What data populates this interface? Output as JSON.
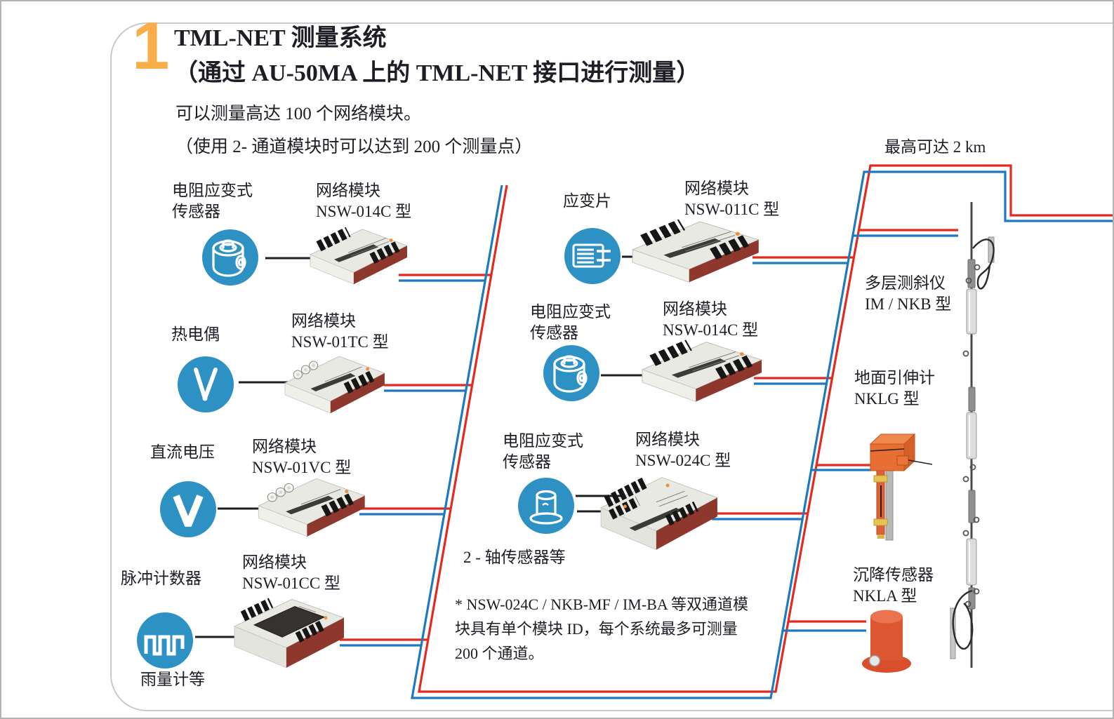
{
  "colors": {
    "accent_orange": "#F9AE4C",
    "wire_red": "#E42A20",
    "wire_blue": "#1E79C2",
    "icon_blue": "#2E91C4",
    "module_end_red": "#8E372C"
  },
  "header": {
    "section_number": "1",
    "title_line1": "TML-NET 测量系统",
    "title_line2": "（通过 AU-50MA 上的 TML-NET 接口进行测量）",
    "subtitle_line1": "可以测量高达 100 个网络模块。",
    "subtitle_line2": "（使用 2- 通道模块时可以达到 200 个测量点）"
  },
  "diagram": {
    "distance_note": "最高可达 2 km",
    "footnote": "* NSW-024C / NKB-MF / IM-BA 等双通道模\n块具有单个模块 ID，每个系统最多可测量\n200 个通道。",
    "left_column": [
      {
        "sensor_label": "电阻应变式\n传感器",
        "module_label": "网络模块\nNSW-014C 型"
      },
      {
        "sensor_label": "热电偶",
        "module_label": "网络模块\nNSW-01TC 型"
      },
      {
        "sensor_label": "直流电压",
        "module_label": "网络模块\nNSW-01VC 型"
      },
      {
        "sensor_label": "脉冲计数器",
        "sensor_sublabel": "雨量计等",
        "module_label": "网络模块\nNSW-01CC 型"
      }
    ],
    "middle_column": [
      {
        "sensor_label": "应变片",
        "module_label": "网络模块\nNSW-011C 型"
      },
      {
        "sensor_label": "电阻应变式\n传感器",
        "module_label": "网络模块\nNSW-014C 型"
      },
      {
        "sensor_label": "电阻应变式\n传感器",
        "sensor_sublabel": "2 - 轴传感器等",
        "module_label": "网络模块\nNSW-024C 型"
      }
    ],
    "right_column": [
      {
        "device_label": "多层测斜仪\nIM / NKB 型"
      },
      {
        "device_label": "地面引伸计\nNKLG 型"
      },
      {
        "device_label": "沉降传感器\nNKLA 型"
      }
    ]
  }
}
